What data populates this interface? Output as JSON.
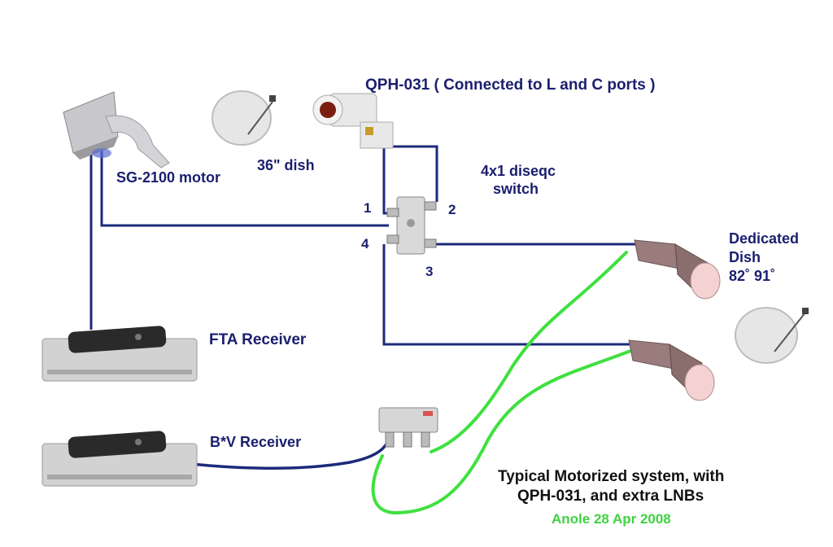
{
  "labels": {
    "qph_title": "QPH-031  ( Connected to L and C ports )",
    "motor": "SG-2100 motor",
    "dish36": "36\" dish",
    "switch_line1": "4x1 diseqc",
    "switch_line2": "switch",
    "dedicated_line1": "Dedicated",
    "dedicated_line2": "Dish",
    "dedicated_line3": "82˚ 91˚",
    "fta": "FTA Receiver",
    "bv": "B*V Receiver",
    "caption_line1": "Typical Motorized system, with",
    "caption_line2": "QPH-031, and extra LNBs",
    "credit": "Anole 28 Apr 2008"
  },
  "ports": {
    "p1": "1",
    "p2": "2",
    "p3": "3",
    "p4": "4"
  },
  "colors": {
    "navy_cable": "#1c2a7a",
    "green_cable": "#3fe03f",
    "label_text": "#1a1f6e",
    "credit_text": "#3fd23f"
  },
  "icons": [
    "motor-icon",
    "dish-icon",
    "lnb-icon",
    "diseqc-switch-icon",
    "receiver-icon",
    "splitter-icon"
  ]
}
